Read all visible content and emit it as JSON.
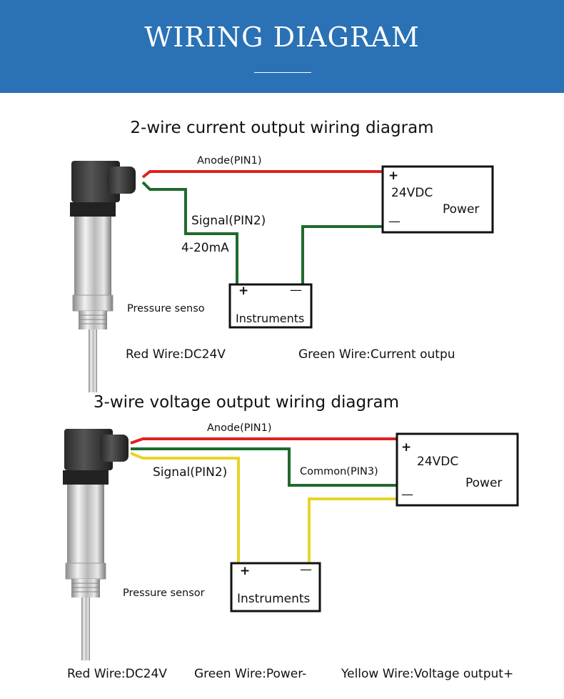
{
  "header": {
    "title": "WIRING DIAGRAM"
  },
  "colors": {
    "header_bg": "#2a72b5",
    "red_wire": "#e02020",
    "green_wire": "#1e6b2e",
    "yellow_wire": "#e8d42a"
  },
  "diagram1": {
    "title": "2-wire current output wiring diagram",
    "anode_label": "Anode(PIN1)",
    "signal_label": "Signal(PIN2)",
    "current_label": "4-20mA",
    "power": {
      "plus": "+",
      "voltage": "24VDC",
      "label": "Power",
      "minus": "—"
    },
    "instruments": {
      "plus": "+",
      "minus": "—",
      "label": "Instruments"
    },
    "sensor_label": "Pressure senso",
    "legend_red": "Red Wire:DC24V",
    "legend_green": "Green Wire:Current outpu"
  },
  "diagram2": {
    "title": "3-wire voltage output wiring diagram",
    "anode_label": "Anode(PIN1)",
    "signal_label": "Signal(PIN2)",
    "common_label": "Common(PIN3)",
    "power": {
      "plus": "+",
      "voltage": "24VDC",
      "label": "Power",
      "minus": "—"
    },
    "instruments": {
      "plus": "+",
      "minus": "—",
      "label": "Instruments"
    },
    "sensor_label": "Pressure sensor",
    "legend_red": "Red Wire:DC24V",
    "legend_green": "Green Wire:Power-",
    "legend_yellow": "Yellow Wire:Voltage output+"
  }
}
